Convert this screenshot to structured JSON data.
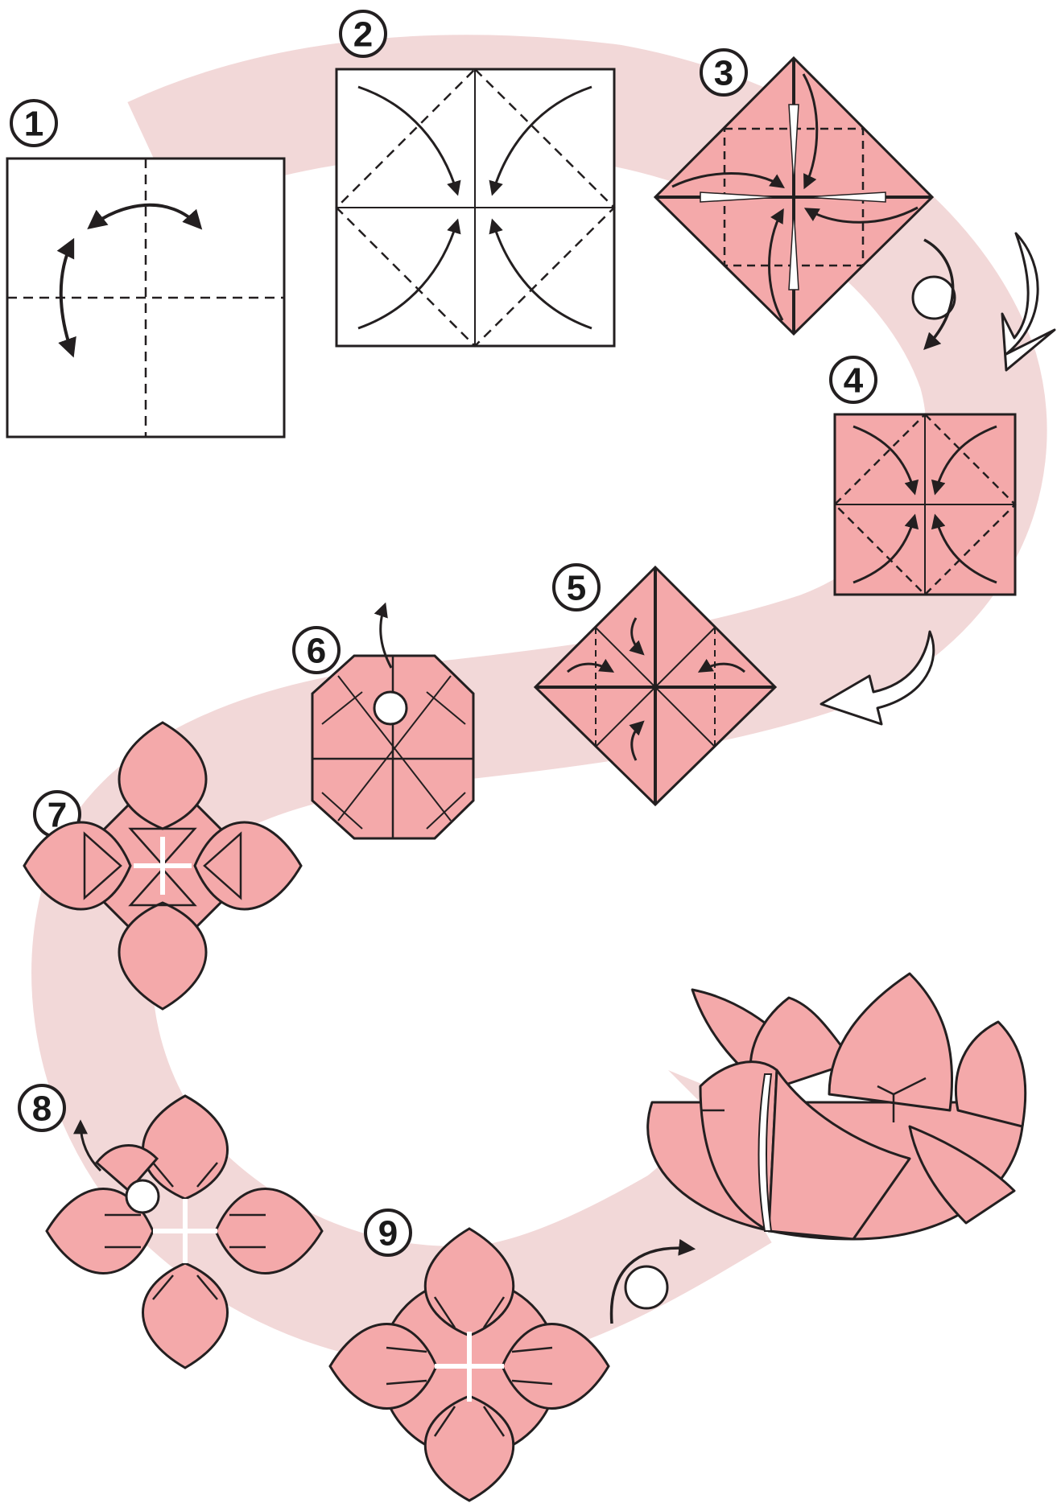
{
  "steps": [
    {
      "number": "1"
    },
    {
      "number": "2"
    },
    {
      "number": "3"
    },
    {
      "number": "4"
    },
    {
      "number": "5"
    },
    {
      "number": "6"
    },
    {
      "number": "7"
    },
    {
      "number": "8"
    },
    {
      "number": "9"
    }
  ],
  "colors": {
    "paper_pink": "#f4a9aa",
    "path_band": "#f2d8d8",
    "outline": "#231f20",
    "paper_white": "#ffffff"
  },
  "icons": {
    "fold_arrow": "curved-arrow-icon",
    "turn_over": "turn-over-icon",
    "open_flap": "open-arrow-icon",
    "pinch_point": "circle-marker-icon",
    "next_step": "hollow-arrow-icon"
  }
}
